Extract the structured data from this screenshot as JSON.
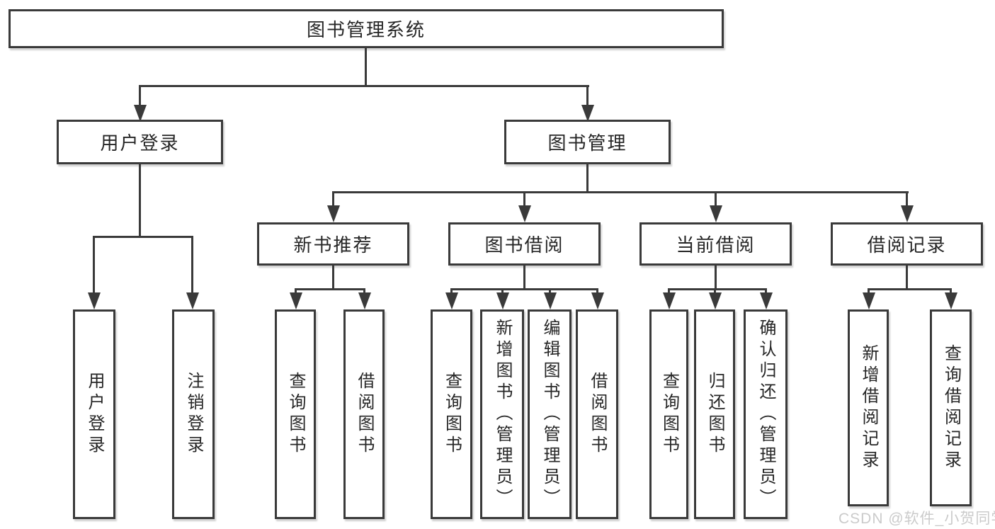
{
  "watermark": "CSDN @软件_小贺同学",
  "colors": {
    "line": "#3a3a3a",
    "text": "#262626",
    "background": "#ffffff",
    "watermark_text": "#cbcbcb"
  },
  "diagram": {
    "root": "图书管理系统",
    "branches": [
      {
        "label": "用户登录",
        "children": [
          "用户登录",
          "注销登录"
        ]
      },
      {
        "label": "图书管理",
        "groups": [
          {
            "label": "新书推荐",
            "children": [
              "查询图书",
              "借阅图书"
            ]
          },
          {
            "label": "图书借阅",
            "children": [
              "查询图书",
              "新增图书（管理员）",
              "编辑图书（管理员）",
              "借阅图书"
            ]
          },
          {
            "label": "当前借阅",
            "children": [
              "查询图书",
              "归还图书",
              "确认归还（管理员）"
            ]
          },
          {
            "label": "借阅记录",
            "children": [
              "新增借阅记录",
              "查询借阅记录"
            ]
          }
        ]
      }
    ]
  }
}
